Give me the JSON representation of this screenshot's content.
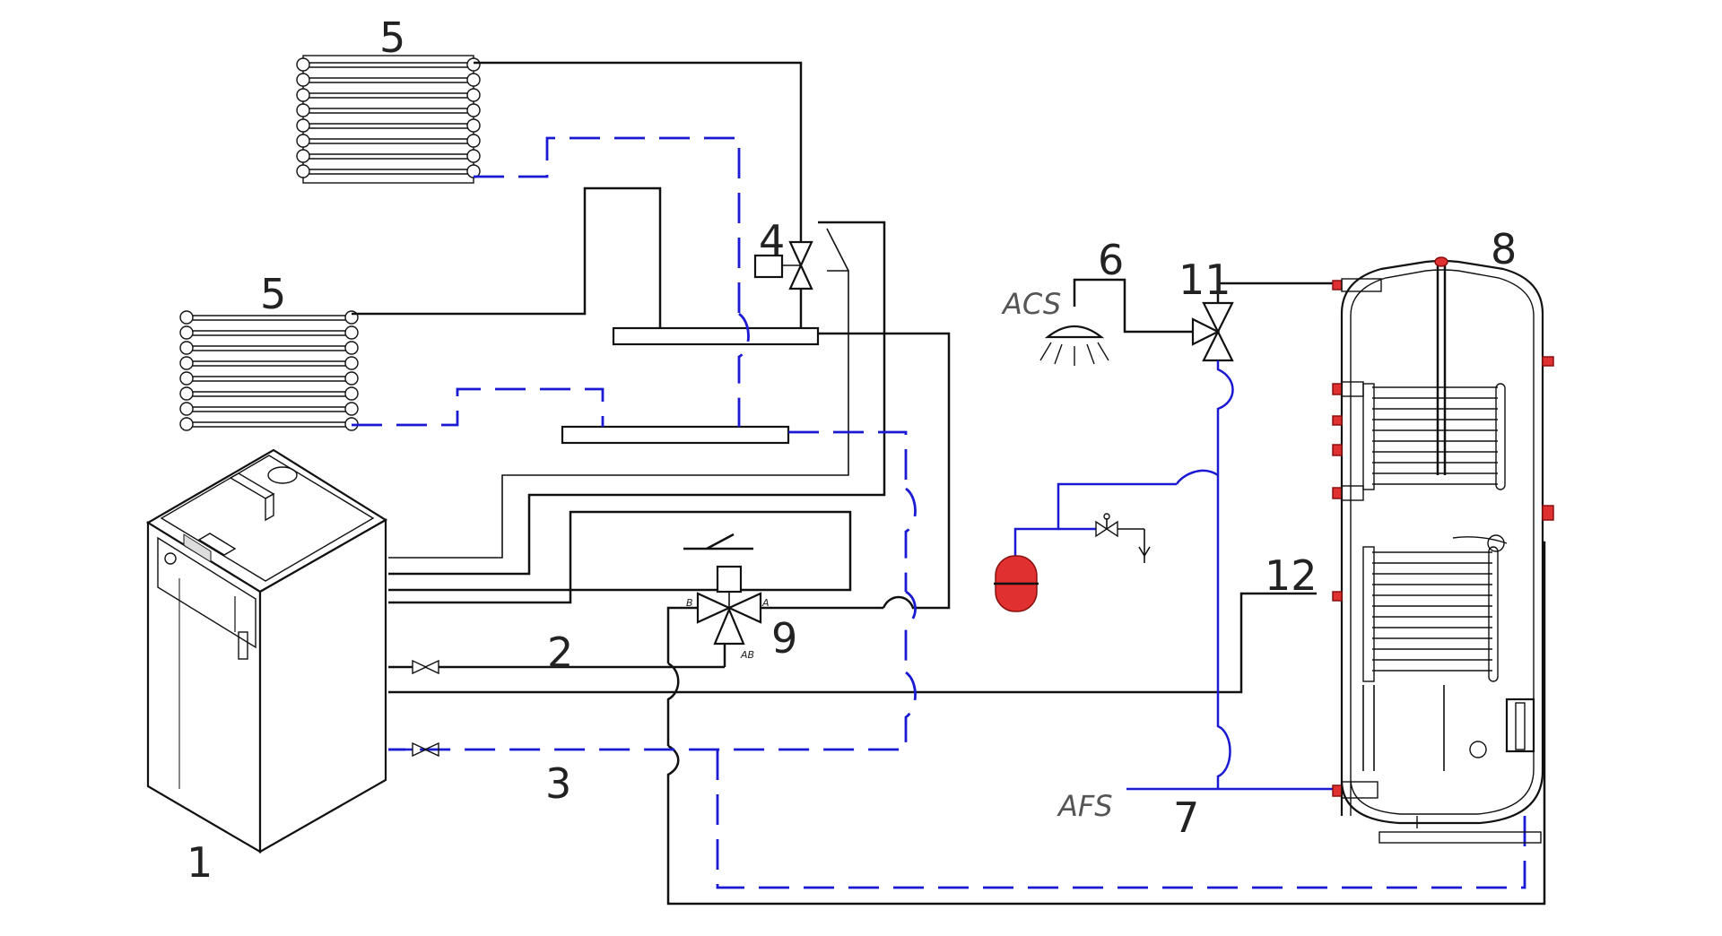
{
  "labels": {
    "boiler": "1",
    "return_valve": "2",
    "flow_valve": "3",
    "zone_valve": "4",
    "radiator_top": "5",
    "radiator_bottom": "5",
    "shower": "6",
    "cold_water": "7",
    "tank": "8",
    "diverter_valve": "9",
    "mixing_valve": "11",
    "tank_return": "12"
  },
  "texts": {
    "acs": "ACS",
    "afs": "AFS",
    "port_b": "B",
    "port_a": "A",
    "port_ab": "AB"
  },
  "colors": {
    "line": "#111111",
    "water": "#1a1ad4",
    "vessel": "#e03030"
  }
}
